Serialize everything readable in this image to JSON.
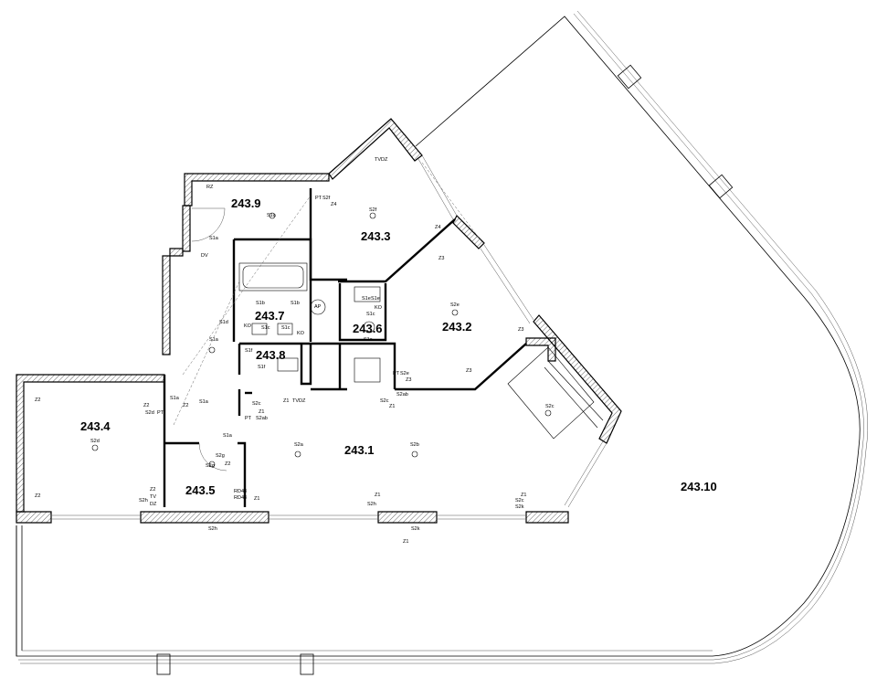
{
  "rooms": [
    {
      "id": "243.1",
      "label": "243.1"
    },
    {
      "id": "243.2",
      "label": "243.2"
    },
    {
      "id": "243.3",
      "label": "243.3"
    },
    {
      "id": "243.4",
      "label": "243.4"
    },
    {
      "id": "243.5",
      "label": "243.5"
    },
    {
      "id": "243.6",
      "label": "243.6"
    },
    {
      "id": "243.7",
      "label": "243.7"
    },
    {
      "id": "243.8",
      "label": "243.8"
    },
    {
      "id": "243.9",
      "label": "243.9"
    },
    {
      "id": "243.10",
      "label": "243.10"
    }
  ],
  "tags": {
    "s1a": "S1a",
    "s1b": "S1b",
    "s1c": "S1c",
    "s1d": "S1d",
    "s1e": "S1e",
    "s1f": "S1f",
    "s2a": "S2a",
    "s2b": "S2b",
    "s2c": "S2c",
    "s2d": "S2d",
    "s2e": "S2e",
    "s2f": "S2f",
    "s2g": "S2g",
    "s2h": "S2h",
    "s2k": "S2k",
    "s2ab": "S2ab",
    "z1": "Z1",
    "z2": "Z2",
    "z3": "Z3",
    "z4": "Z4",
    "pt": "PT",
    "tvdz": "TVDZ",
    "tv": "TV",
    "dz": "DZ",
    "dv": "DV",
    "rz": "RZ",
    "ko": "KO",
    "ap": "AP",
    "rd43": "RD43"
  }
}
